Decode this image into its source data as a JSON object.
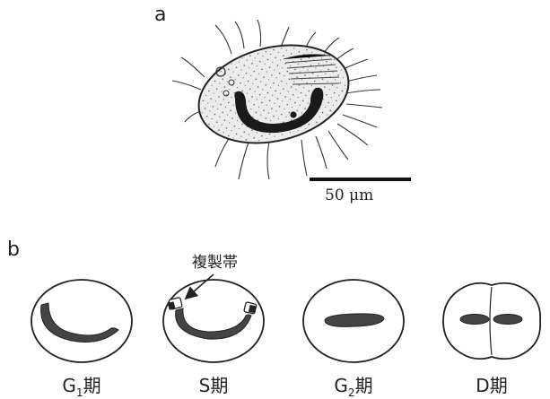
{
  "panel_a": {
    "label": "a",
    "scale_bar_text": "50 μm"
  },
  "panel_b": {
    "label": "b",
    "callout": "複製帯",
    "phases": [
      {
        "prefix": "G",
        "sub": "1",
        "suffix": "期"
      },
      {
        "prefix": "S",
        "sub": "",
        "suffix": "期"
      },
      {
        "prefix": "G",
        "sub": "2",
        "suffix": "期"
      },
      {
        "prefix": "D",
        "sub": "",
        "suffix": "期"
      }
    ]
  }
}
